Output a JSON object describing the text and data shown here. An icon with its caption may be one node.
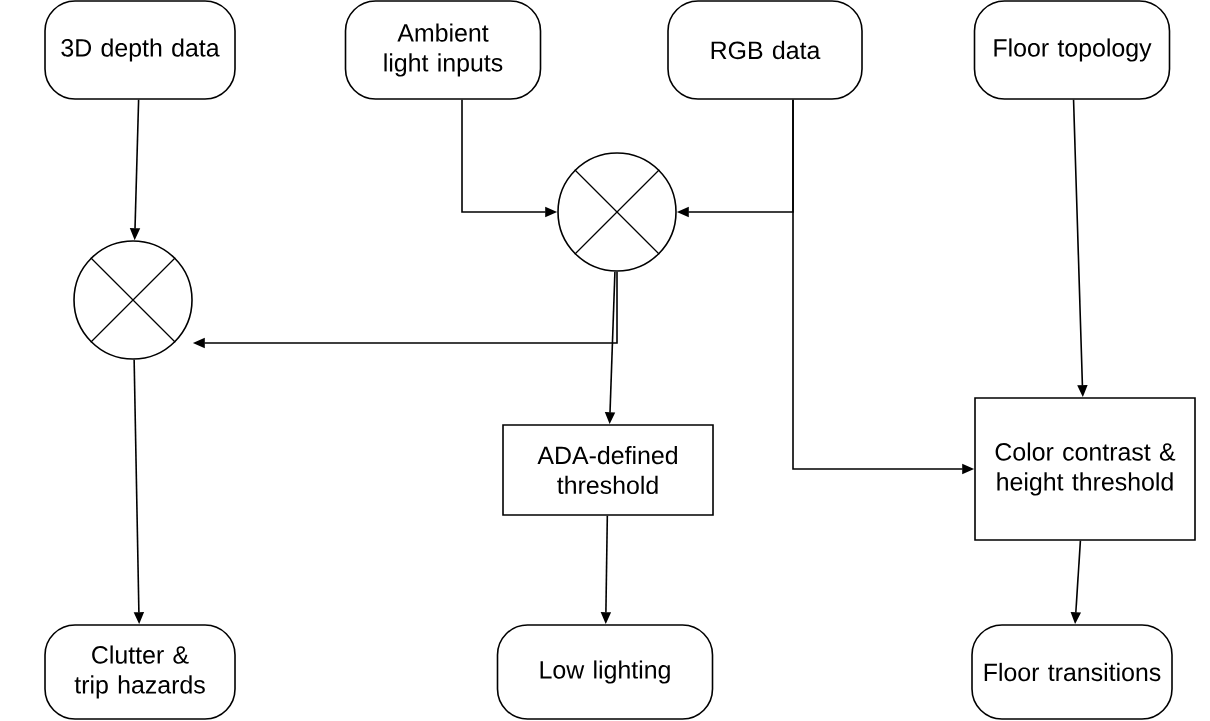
{
  "diagram": {
    "nodes": [
      {
        "text": [
          "3D depth data"
        ]
      },
      {
        "text": [
          "Ambient light inputs"
        ]
      },
      {
        "text": [
          "RGB data"
        ]
      },
      {
        "text": [
          "Floor topology"
        ]
      },
      {
        "text": [],
        "shape": "circle"
      },
      {
        "text": [],
        "shape": "circle"
      },
      {
        "text": [
          "ADA-defined threshold"
        ]
      },
      {
        "text": [
          "Color contrast & height threshold"
        ]
      },
      {
        "text": [
          "Clutter & trip hazards"
        ]
      },
      {
        "text": [
          "Low lighting"
        ]
      },
      {
        "text": [
          "Floor transitions"
        ]
      }
    ],
    "edges": [
      {
        "from": 0,
        "to": 4,
        "arrow": "to"
      },
      {
        "from": 1,
        "to": 5,
        "arrow": "to"
      },
      {
        "from": 2,
        "to": 5,
        "arrow": "to"
      },
      {
        "from": 5,
        "to": 4,
        "arrow": "to"
      },
      {
        "from": 5,
        "to": 6,
        "arrow": "to"
      },
      {
        "from": 2,
        "to": 7,
        "arrow": "to"
      },
      {
        "from": 3,
        "to": 7,
        "arrow": "to"
      },
      {
        "from": 4,
        "to": 8,
        "arrow": "to"
      },
      {
        "from": 6,
        "to": 9,
        "arrow": "to"
      },
      {
        "from": 7,
        "to": 10,
        "arrow": "to"
      }
    ]
  }
}
